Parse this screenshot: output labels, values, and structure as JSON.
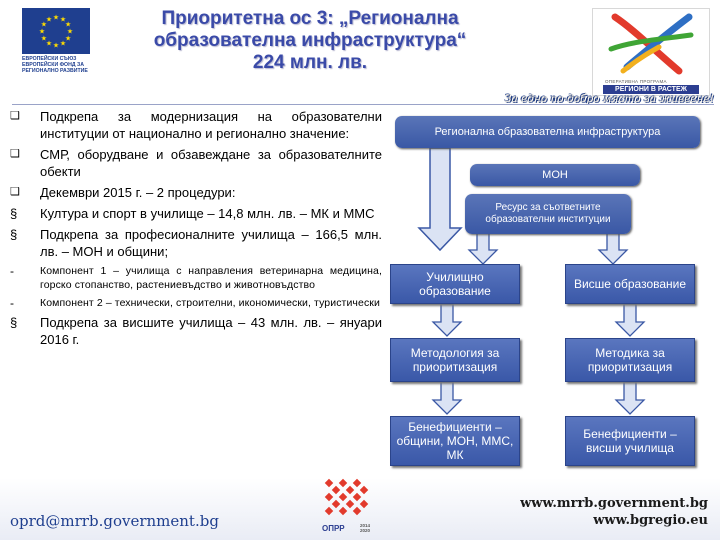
{
  "header": {
    "eu_caption": [
      "ЕВРОПЕЙСКИ СЪЮЗ",
      "ЕВРОПЕЙСКИ ФОНД ЗА",
      "РЕГИОНАЛНО РАЗВИТИЕ"
    ],
    "title_lines": [
      "Приоритетна ос 3: „Регионална",
      "образователна инфраструктура“",
      "224 млн. лв."
    ],
    "logo_caption_small": "ОПЕРАТИВНА ПРОГРАМА",
    "logo_caption": "РЕГИОНИ В РАСТЕЖ",
    "slogan": "За едно по-добро място за живеене!"
  },
  "bullets": [
    {
      "marker": "q",
      "size": "big",
      "text": "Подкрепа за модернизация на образователни институции от национално и регионално значение:"
    },
    {
      "marker": "q",
      "size": "big",
      "text": "СМР, оборудване и обзавеждане за образователните обекти"
    },
    {
      "marker": "q",
      "size": "big",
      "text": "Декември 2015 г. – 2 процедури:"
    },
    {
      "marker": "§",
      "size": "big",
      "text": "Култура и спорт в училище – 14,8 млн. лв. – МК и ММС"
    },
    {
      "marker": "§",
      "size": "big",
      "text": "Подкрепа за професионалните училища – 166,5 млн. лв. – МОН и общини;"
    },
    {
      "marker": "-",
      "size": "small",
      "text": "Компонент 1 – училища с направления ветеринарна медицина, горско стопанство, растениевъдство и животновъдство"
    },
    {
      "marker": "-",
      "size": "small",
      "text": "Компонент 2 – технически, строителни, икономически, туристически"
    },
    {
      "marker": "§",
      "size": "big",
      "text": "Подкрепа за висшите училища – 43 млн. лв. – януари 2016 г."
    }
  ],
  "diagram": {
    "top": "Регионална образователна инфраструктура",
    "mon": "МОН",
    "resource": "Ресурс за съответните образователни институции",
    "left": [
      "Училищно образование",
      "Методология за приоритизация",
      "Бенефициенти – общини, МОН, ММС, МК"
    ],
    "right": [
      "Висше образование",
      "Методика за приоритизация",
      "Бенефициенти – висши училища"
    ]
  },
  "footer": {
    "email": "oprd@mrrb.government.bg",
    "website1": "www.mrrb.government.bg",
    "website2": "www.bgregio.eu",
    "opr_label": "ОПРР",
    "opr_years": [
      "2014",
      "2020"
    ]
  },
  "colors": {
    "title": "#3a4aa8",
    "box_blue": "#3a58a8",
    "eu_blue": "#1f3f8f",
    "arrow_light": "#dbe3f4",
    "arrow_stroke": "#3a58a5"
  }
}
